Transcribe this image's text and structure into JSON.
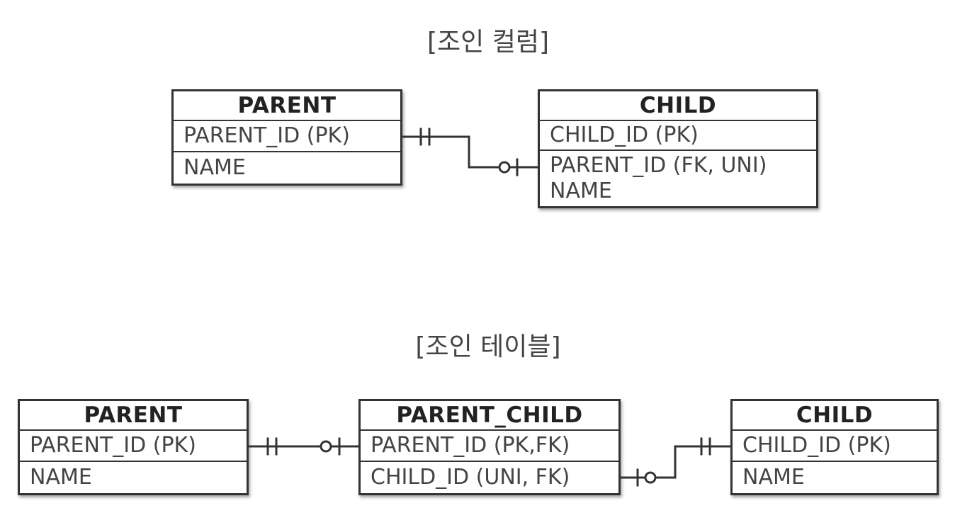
{
  "diagrams": {
    "join_column": {
      "title": "[조인 컬럼]",
      "parent": {
        "name": "PARENT",
        "columns": [
          "PARENT_ID (PK)",
          "NAME"
        ]
      },
      "child": {
        "name": "CHILD",
        "columns": [
          "CHILD_ID (PK)",
          "PARENT_ID (FK, UNI)",
          "NAME"
        ]
      }
    },
    "join_table": {
      "title": "[조인 테이블]",
      "parent": {
        "name": "PARENT",
        "columns": [
          "PARENT_ID (PK)",
          "NAME"
        ]
      },
      "parent_child": {
        "name": "PARENT_CHILD",
        "columns": [
          "PARENT_ID (PK,FK)",
          "CHILD_ID (UNI, FK)"
        ]
      },
      "child": {
        "name": "CHILD",
        "columns": [
          "CHILD_ID (PK)",
          "NAME"
        ]
      }
    }
  },
  "colors": {
    "line": "#333333",
    "text": "#444444"
  }
}
